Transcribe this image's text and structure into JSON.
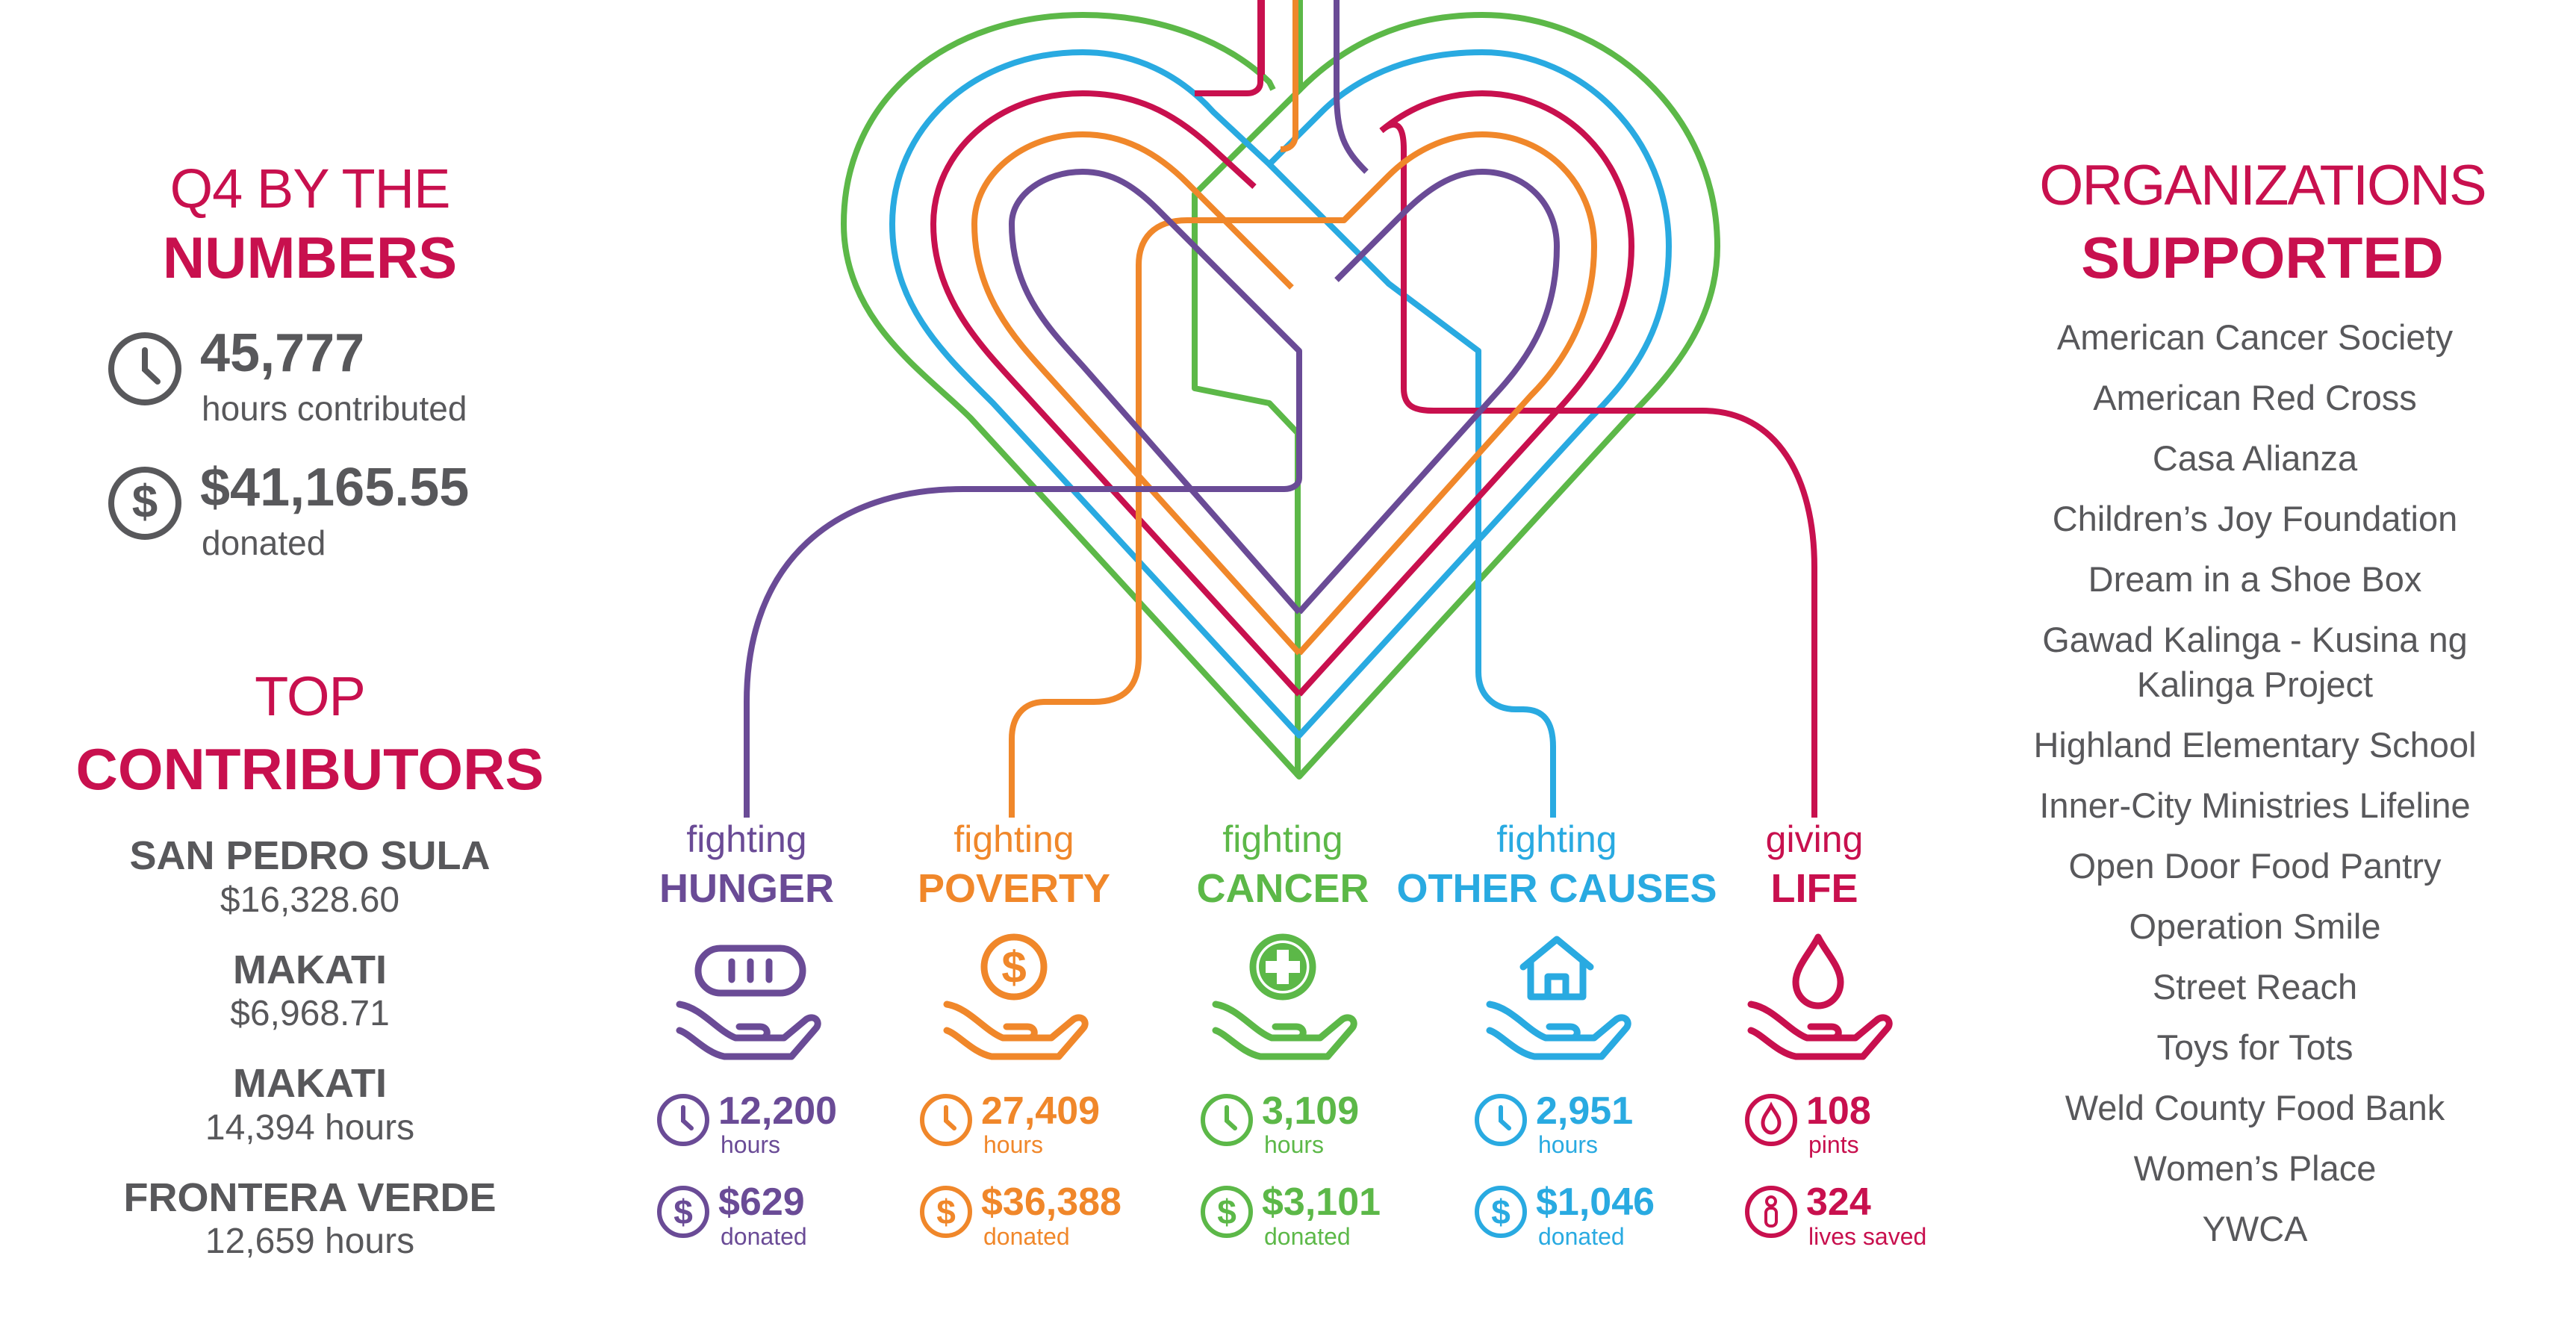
{
  "colors": {
    "magenta": "#c8104e",
    "gray": "#58585b",
    "purple": "#6a4b96",
    "orange": "#f0872a",
    "green": "#5cb848",
    "blue": "#29aae1",
    "red": "#c8104e"
  },
  "numbers": {
    "title_light": "Q4 BY THE",
    "title_bold": "NUMBERS",
    "hours_value": "45,777",
    "hours_label": "hours contributed",
    "hours_icon": "clock-icon",
    "donated_value": "$41,165.55",
    "donated_label": "donated",
    "donated_icon": "dollar-icon"
  },
  "contributors": {
    "title_light": "TOP",
    "title_bold": "CONTRIBUTORS",
    "items": [
      {
        "name": "SAN PEDRO SULA",
        "value": "$16,328.60"
      },
      {
        "name": "MAKATI",
        "value": "$6,968.71"
      },
      {
        "name": "MAKATI",
        "value": "14,394 hours"
      },
      {
        "name": "FRONTERA VERDE",
        "value": "12,659 hours"
      }
    ]
  },
  "causes": [
    {
      "pre": "fighting",
      "name": "HUNGER",
      "color": "#6a4b96",
      "icon": "bread-in-hand-icon",
      "stat1_icon": "clock-icon",
      "stat1_value": "12,200",
      "stat1_label": "hours",
      "stat2_icon": "dollar-icon",
      "stat2_value": "$629",
      "stat2_label": "donated"
    },
    {
      "pre": "fighting",
      "name": "POVERTY",
      "color": "#f0872a",
      "icon": "coin-in-hand-icon",
      "stat1_icon": "clock-icon",
      "stat1_value": "27,409",
      "stat1_label": "hours",
      "stat2_icon": "dollar-icon",
      "stat2_value": "$36,388",
      "stat2_label": "donated"
    },
    {
      "pre": "fighting",
      "name": "CANCER",
      "color": "#5cb848",
      "icon": "medical-cross-in-hand-icon",
      "stat1_icon": "clock-icon",
      "stat1_value": "3,109",
      "stat1_label": "hours",
      "stat2_icon": "dollar-icon",
      "stat2_value": "$3,101",
      "stat2_label": "donated"
    },
    {
      "pre": "fighting",
      "name": "OTHER CAUSES",
      "color": "#29aae1",
      "icon": "house-in-hand-icon",
      "stat1_icon": "clock-icon",
      "stat1_value": "2,951",
      "stat1_label": "hours",
      "stat2_icon": "dollar-icon",
      "stat2_value": "$1,046",
      "stat2_label": "donated"
    },
    {
      "pre": "giving",
      "name": "LIFE",
      "color": "#c8104e",
      "icon": "blood-drop-in-hand-icon",
      "stat1_icon": "blood-drop-icon",
      "stat1_value": "108",
      "stat1_label": "pints",
      "stat2_icon": "person-icon",
      "stat2_value": "324",
      "stat2_label": "lives saved"
    }
  ],
  "organizations": {
    "title_light": "ORGANIZATIONS",
    "title_bold": "SUPPORTED",
    "items": [
      "American Cancer Society",
      "American Red Cross",
      "Casa Alianza",
      "Children’s Joy Foundation",
      "Dream in a Shoe Box",
      "Gawad Kalinga - Kusina ng Kalinga Project",
      "Highland Elementary School",
      "Inner-City Ministries Lifeline",
      "Open Door Food Pantry",
      "Operation Smile",
      "Street Reach",
      "Toys for Tots",
      "Weld County Food Bank",
      "Women’s Place",
      "YWCA"
    ]
  }
}
